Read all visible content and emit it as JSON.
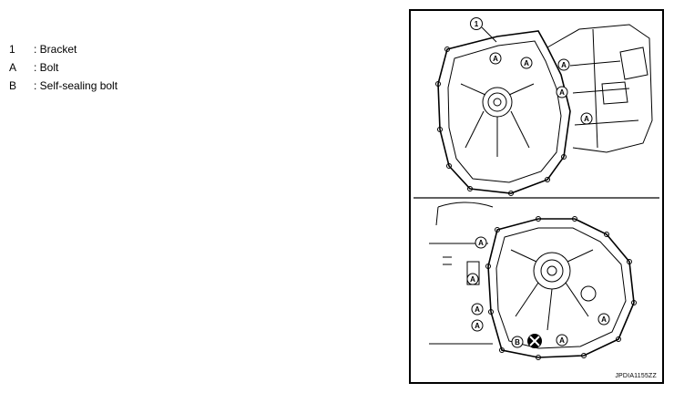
{
  "legend": [
    {
      "key": "1",
      "text": ": Bracket"
    },
    {
      "key": "A",
      "text": ": Bolt"
    },
    {
      "key": "B",
      "text": ": Self-sealing bolt"
    }
  ],
  "figure": {
    "callout_labels": {
      "bracket": "1",
      "bolt": "A",
      "self_sealing_bolt": "B"
    },
    "figure_id": "JPDIA1155ZZ"
  }
}
